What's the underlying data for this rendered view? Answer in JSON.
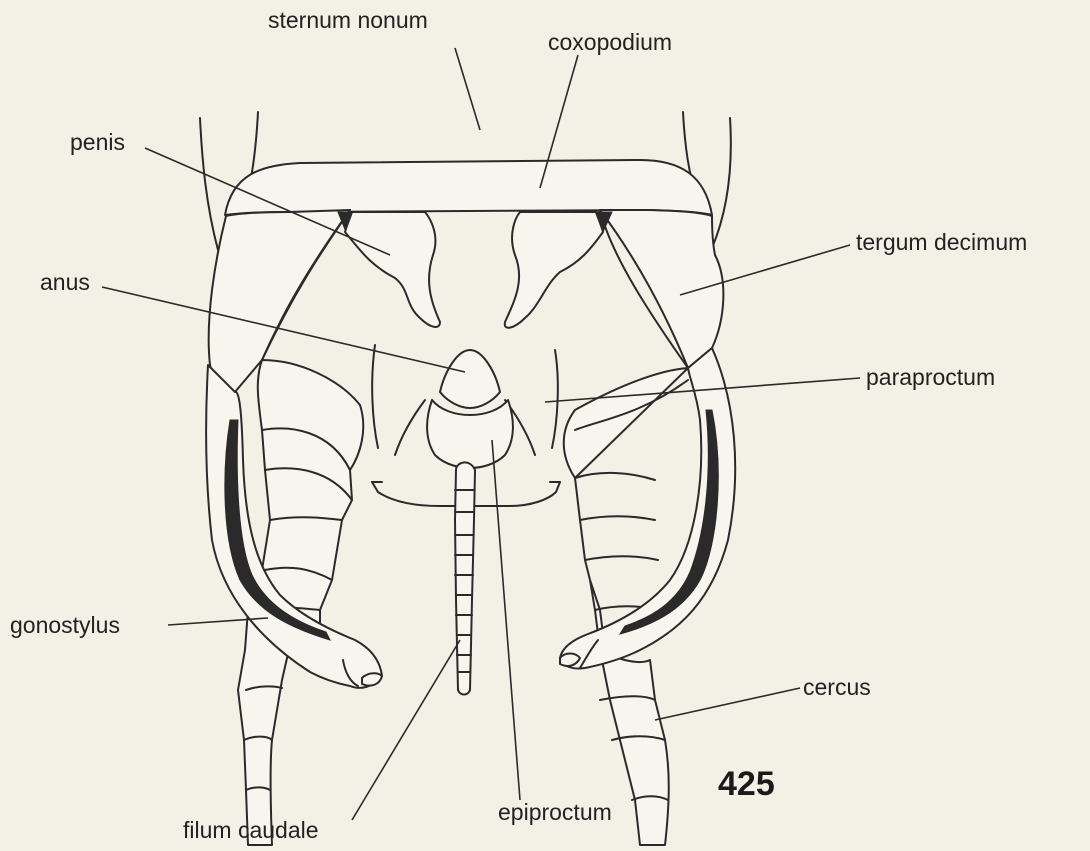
{
  "labels": {
    "sternum_nonum": "sternum nonum",
    "coxopodium": "coxopodium",
    "penis": "penis",
    "tergum_decimum": "tergum decimum",
    "anus": "anus",
    "paraproctum": "paraproctum",
    "gonostylus": "gonostylus",
    "cercus": "cercus",
    "filum_caudale": "filum caudale",
    "epiproctum": "epiproctum"
  },
  "figure_number": "425"
}
